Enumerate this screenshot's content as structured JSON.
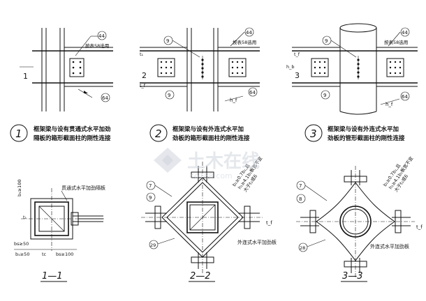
{
  "drawings": {
    "d1": {
      "num": "1",
      "caption_line1": "框架梁与设有贯通式水平加劲",
      "caption_line2": "隔板的箱形截面柱的刚性连接",
      "note": "按表58选用",
      "ref_44": "44",
      "ref_64": "64",
      "section_mark": "1"
    },
    "d2": {
      "num": "2",
      "caption_line1": "框架梁与设有外连式水平加",
      "caption_line2": "劲板的箱形截面柱的刚性连接",
      "note": "按表58选用",
      "ref_9": "9",
      "ref_44": "44",
      "ref_64": "64",
      "section_mark": "2",
      "t1": "t₁",
      "tf": "t_f",
      "hf": "h_f"
    },
    "d3": {
      "num": "3",
      "caption_line1": "框架梁与设有外连式水平加",
      "caption_line2": "劲板的管形截面柱的刚性连接",
      "note": "按表58选用",
      "ref_9": "9",
      "ref_44": "44",
      "ref_64": "64",
      "section_mark": "3",
      "hb": "h_b",
      "tf": "t_f",
      "hf": "h_f"
    }
  },
  "sections": {
    "s1": {
      "title": "1—1",
      "label": "贯通式水平加劲隔板",
      "dim1": "b₁≥100",
      "dim2": "t₁",
      "dim3": "bs≥50",
      "dim4": "tc",
      "dim5": "bs≥100",
      "dim6": "b₁≥50"
    },
    "s2": {
      "title": "2—2",
      "label": "外连式水平加劲板",
      "note1": "b₁≥0.7b₁,且",
      "note2": "h₁≥4.1b₁板宽不宜",
      "note3": "大于t₁或6",
      "ref_7": "7",
      "ref_9": "9",
      "ref_29": "29",
      "tf": "t_f"
    },
    "s3": {
      "title": "3—3",
      "label": "外连式水平加劲板",
      "note1": "b₁≥0.7b₁,且",
      "note2": "h₁≥4.1b₁板宽不宜",
      "note3": "大于t₁或6",
      "ref_7": "7",
      "ref_8": "8",
      "ref_28": "28",
      "tf": "t_f"
    }
  },
  "watermark": {
    "main": "土木在线",
    "sub": "co188.com"
  }
}
